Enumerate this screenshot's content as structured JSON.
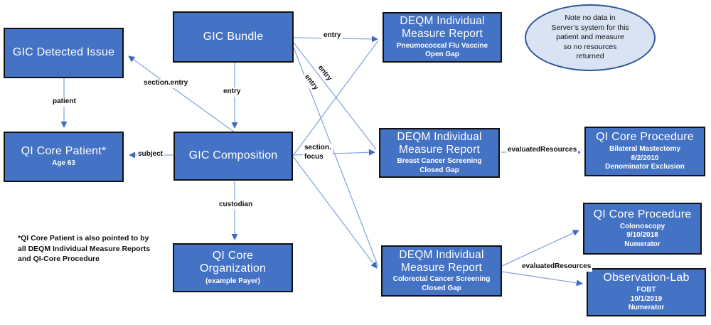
{
  "colors": {
    "box_fill": "#4472C4",
    "box_border": "#111111",
    "box_text": "#ffffff",
    "arrow_line": "#8aa7dc",
    "arrow_head": "#3f6ac0",
    "note_fill": "#dae3f3",
    "note_border": "#2e5597"
  },
  "boxes": {
    "detected_issue": {
      "title": "GIC Detected Issue"
    },
    "bundle": {
      "title": "GIC Bundle"
    },
    "patient": {
      "title": "QI Core Patient*",
      "sub": [
        "Age 63"
      ]
    },
    "composition": {
      "title": "GIC Composition"
    },
    "organization": {
      "title": "QI Core Organization",
      "sub": [
        "(example Payer)"
      ]
    },
    "imr_pneumococcal": {
      "title": "DEQM Individual Measure Report",
      "sub": [
        "Pneumococcal Flu Vaccine",
        "Open Gap"
      ]
    },
    "imr_breast": {
      "title": "DEQM Individual Measure Report",
      "sub": [
        "Breast Cancer Screening",
        "Closed Gap"
      ]
    },
    "imr_colorectal": {
      "title": "DEQM Individual Measure Report",
      "sub": [
        "Colorectal Cancer Screening",
        "Closed Gap"
      ]
    },
    "procedure_mastectomy": {
      "title": "QI Core Procedure",
      "sub": [
        "Bilateral Mastectomy",
        "8/2/2010",
        "Denominator Exclusion"
      ]
    },
    "procedure_colonoscopy": {
      "title": "QI Core Procedure",
      "sub": [
        "Colonoscopy",
        "9/10/2018",
        "Numerator"
      ]
    },
    "observation_lab": {
      "title": "Observation-Lab",
      "sub": [
        "FOBT",
        "10/1/2019",
        "Numerator"
      ]
    }
  },
  "labels": {
    "entry": "entry",
    "section_entry": "section.entry",
    "patient": "patient",
    "subject": "subject",
    "custodian": "custodian",
    "section_focus": "section.\nfocus",
    "evaluated_resources": "evaluatedResources"
  },
  "note": {
    "text": "Note no data in\nServer’s system for this\npatient and measure\nso no resources\nreturned"
  },
  "footnote": {
    "text": "*QI Core Patient is also pointed to by\nall DEQM Individual Measure Reports\nand QI-Core Procedure"
  }
}
